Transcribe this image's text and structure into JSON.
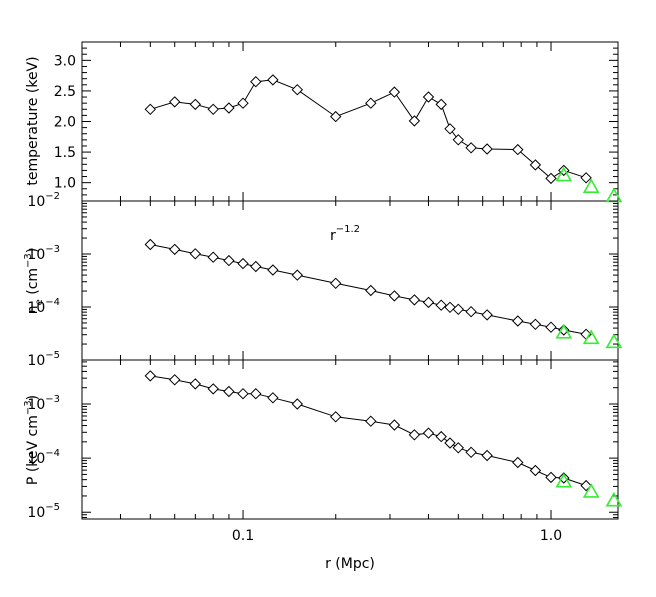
{
  "chart_data": [
    {
      "type": "line",
      "panel": "temperature",
      "ylabel": "temperature (keV)",
      "yscale": "linear",
      "ylim": [
        0.7,
        3.3
      ],
      "yticks": [
        1.0,
        1.5,
        2.0,
        2.5,
        3.0
      ],
      "ytick_labels": [
        "1.0",
        "1.5",
        "2.0",
        "2.5",
        "3.0"
      ],
      "series": [
        {
          "marker": "diamond",
          "color": "#000000",
          "line": true,
          "x": [
            0.05,
            0.06,
            0.07,
            0.08,
            0.09,
            0.1,
            0.11,
            0.125,
            0.15,
            0.2,
            0.26,
            0.31,
            0.36,
            0.4,
            0.44,
            0.47,
            0.5,
            0.55,
            0.62,
            0.78,
            0.89,
            1.0,
            1.1,
            1.3
          ],
          "values": [
            2.2,
            2.32,
            2.28,
            2.2,
            2.22,
            2.3,
            2.65,
            2.68,
            2.52,
            2.08,
            2.3,
            2.48,
            2.01,
            2.4,
            2.28,
            1.88,
            1.7,
            1.57,
            1.55,
            1.54,
            1.29,
            1.07,
            1.2,
            1.08
          ]
        },
        {
          "marker": "triangle",
          "color": "#33ee33",
          "line": false,
          "x": [
            1.1,
            1.35,
            1.6
          ],
          "values": [
            1.12,
            0.93,
            0.78
          ]
        }
      ]
    },
    {
      "type": "line",
      "panel": "density",
      "ylabel": "n_e (cm^-3)",
      "yscale": "log",
      "ylim": [
        1e-05,
        0.01
      ],
      "ytick_exponents": [
        -5,
        -4,
        -3,
        -2
      ],
      "annotation": {
        "base": "r",
        "exponent": "-1.2"
      },
      "series": [
        {
          "marker": "diamond",
          "color": "#000000",
          "line": true,
          "x": [
            0.05,
            0.06,
            0.07,
            0.08,
            0.09,
            0.1,
            0.11,
            0.125,
            0.15,
            0.2,
            0.26,
            0.31,
            0.36,
            0.4,
            0.44,
            0.47,
            0.5,
            0.55,
            0.62,
            0.78,
            0.89,
            1.0,
            1.1,
            1.3
          ],
          "values": [
            0.00151,
            0.00122,
            0.00101,
            0.00087,
            0.00075,
            0.00066,
            0.00058,
            0.0005,
            0.0004,
            0.00028,
            0.000205,
            0.000162,
            0.000136,
            0.000122,
            0.000108,
            9.85e-05,
            9.05e-05,
            8.15e-05,
            7.1e-05,
            5.45e-05,
            4.72e-05,
            4.15e-05,
            3.68e-05,
            3.05e-05
          ]
        },
        {
          "marker": "triangle",
          "color": "#33ee33",
          "line": false,
          "x": [
            1.1,
            1.35,
            1.6
          ],
          "values": [
            3.3e-05,
            2.6e-05,
            2.18e-05
          ]
        }
      ]
    },
    {
      "type": "line",
      "panel": "pressure",
      "ylabel": "P (keV cm^-3)",
      "yscale": "log",
      "ylim": [
        7.5e-06,
        0.0065
      ],
      "ytick_exponents": [
        -5,
        -4,
        -3
      ],
      "xlabel": "r (Mpc)",
      "series": [
        {
          "marker": "diamond",
          "color": "#000000",
          "line": true,
          "x": [
            0.05,
            0.06,
            0.07,
            0.08,
            0.09,
            0.1,
            0.11,
            0.125,
            0.15,
            0.2,
            0.26,
            0.31,
            0.36,
            0.4,
            0.44,
            0.47,
            0.5,
            0.55,
            0.62,
            0.78,
            0.89,
            1.0,
            1.1,
            1.3
          ],
          "values": [
            0.0033,
            0.0028,
            0.00235,
            0.0019,
            0.0017,
            0.00155,
            0.00155,
            0.0013,
            0.001,
            0.00058,
            0.00048,
            0.00041,
            0.00027,
            0.00029,
            0.00025,
            0.00019,
            0.000155,
            0.000128,
            0.000112,
            8.3e-05,
            5.9e-05,
            4.4e-05,
            4.3e-05,
            3.1e-05
          ]
        },
        {
          "marker": "triangle",
          "color": "#33ee33",
          "line": false,
          "x": [
            1.1,
            1.35,
            1.6
          ],
          "values": [
            3.7e-05,
            2.4e-05,
            1.65e-05
          ]
        }
      ]
    }
  ],
  "axes": {
    "xlabel": "r (Mpc)",
    "xscale": "log",
    "xlim": [
      0.03,
      1.65
    ],
    "xtick_labels": [
      {
        "value": 0.1,
        "label": "0.1"
      },
      {
        "value": 1.0,
        "label": "1.0"
      }
    ],
    "temperature_ylabel": "temperature (keV)",
    "density_ylabel_base": "n",
    "density_ylabel_sub": "e",
    "density_ylabel_unit": "(cm",
    "density_ylabel_exp": "−3",
    "density_ylabel_close": ")",
    "pressure_ylabel_base": "P",
    "pressure_ylabel_unit": "(keV cm",
    "pressure_ylabel_exp": "−3",
    "pressure_ylabel_close": ")",
    "power_law_base": "r",
    "power_law_exp": "−1.2",
    "log_tick_base": "10"
  }
}
